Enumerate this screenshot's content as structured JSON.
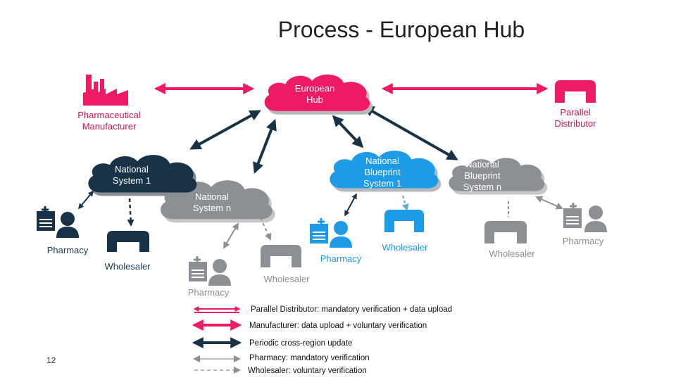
{
  "title": "Process - European Hub",
  "page_number": "12",
  "colors": {
    "pink": "#ef1a65",
    "dark_navy": "#183247",
    "blue": "#1e9be6",
    "gray": "#8c8f94",
    "light_gray": "#b4b7bc"
  },
  "nodes": {
    "european_hub": "European\nHub",
    "manufacturer": "Pharmaceutical\nManufacturer",
    "parallel_distributor": "Parallel\nDistributor",
    "national_system_1": "National\nSystem 1",
    "national_system_n": "National\nSystem n",
    "national_blueprint_1": "National\nBlueprint\nSystem 1",
    "national_blueprint_n": "National\nBlueprint\nSystem n",
    "pharmacy_1": "Pharmacy",
    "wholesaler_1": "Wholesaler",
    "pharmacy_2": "Pharmacy",
    "wholesaler_2": "Wholesaler",
    "pharmacy_3": "Pharmacy",
    "wholesaler_3": "Wholesaler",
    "wholesaler_4": "Wholesaler",
    "pharmacy_4": "Pharmacy"
  },
  "legend": [
    {
      "label": "Parallel Distributor: mandatory verification + data upload",
      "style": "pink-double"
    },
    {
      "label": "Manufacturer: data upload + voluntary verification",
      "style": "pink"
    },
    {
      "label": "Periodic cross-region update",
      "style": "navy"
    },
    {
      "label": "Pharmacy: mandatory verification",
      "style": "gray-solid"
    },
    {
      "label": "Wholesaler: voluntary verification",
      "style": "gray-dashed"
    }
  ],
  "icons": {
    "factory": "factory-icon",
    "warehouse": "warehouse-icon",
    "pharmacist": "pharmacist-icon"
  }
}
